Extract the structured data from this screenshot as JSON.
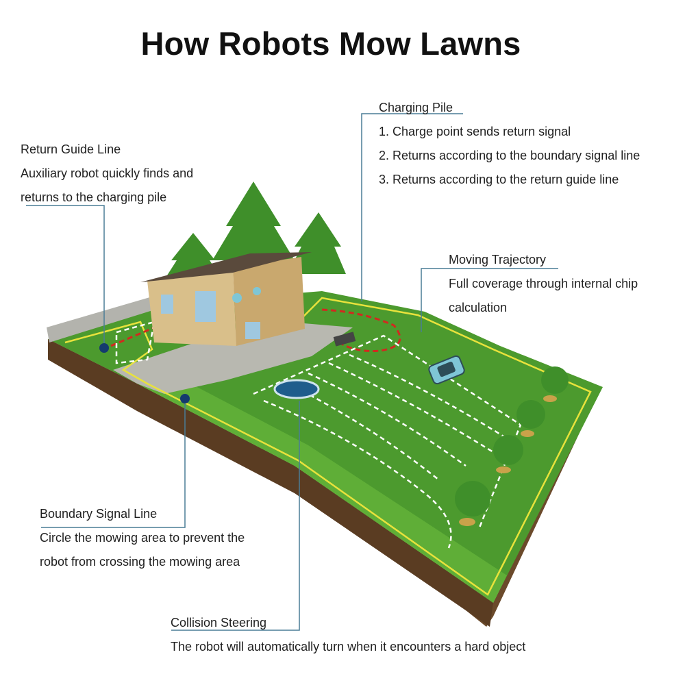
{
  "title": "How Robots Mow Lawns",
  "callouts": {
    "return_guide": {
      "heading": "Return Guide Line",
      "lines": [
        "Auxiliary robot quickly finds and",
        "returns to the charging pile"
      ]
    },
    "charging_pile": {
      "heading": "Charging Pile",
      "lines": [
        "1. Charge point sends return signal",
        "2. Returns according to the boundary signal line",
        "3. Returns according to the return guide line"
      ]
    },
    "moving_trajectory": {
      "heading": "Moving Trajectory",
      "lines": [
        "Full coverage through internal chip",
        "calculation"
      ]
    },
    "boundary_signal": {
      "heading": "Boundary Signal Line",
      "lines": [
        "Circle the mowing area to prevent the",
        "robot from crossing the mowing area"
      ]
    },
    "collision_steering": {
      "heading": "Collision Steering",
      "lines": [
        "The robot will automatically turn when it encounters a hard object"
      ]
    }
  },
  "colors": {
    "lawn": "#4c9a2e",
    "lawn_light": "#6fbf3f",
    "soil": "#6b4a2b",
    "boundary_wire": "#e8e23c",
    "guide_wire": "#d12a1f",
    "path_dash": "#ffffff",
    "leader_line": "#4a7d96",
    "house_wall": "#d9bf8a",
    "roof": "#5a4a3c",
    "tree": "#3f8f2a",
    "pool": "#1f5d8c",
    "robot": "#7fc6d6"
  }
}
